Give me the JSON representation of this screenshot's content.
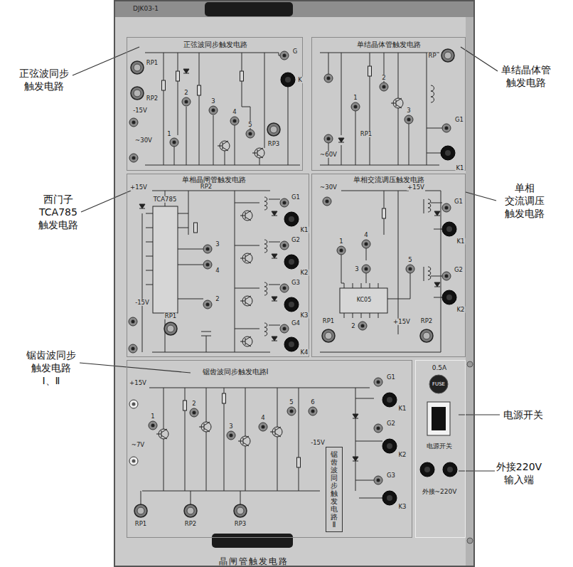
{
  "diagram": {
    "nodes": [
      {
        "text": [
          "晶闸管触发电路"
        ]
      },
      {
        "text": [
          "正弦波同步触发电路"
        ],
        "in": 0
      },
      {
        "text": [
          "单结晶体管触发电路"
        ],
        "in": 0
      },
      {
        "text": [
          "单相晶闸管触发电路"
        ],
        "in": 0
      },
      {
        "text": [
          "单相交流调压触发电路"
        ],
        "in": 0
      },
      {
        "text": [
          "锯齿波同步触发电路Ⅰ"
        ],
        "in": 0
      },
      {
        "text": [
          "0.5A",
          "电源开关",
          "外接~220V"
        ],
        "in": 0
      },
      {
        "text": [
          "锯齿波同步触发电路Ⅱ"
        ],
        "in": 5
      }
    ],
    "labels": [
      "正弦波同步 触发电路",
      "单结晶体管 触发电路",
      "西门子 TCA785 触发电路",
      "单相 交流调压 触发电路",
      "锯齿波同步 触发电路 Ⅰ、Ⅱ",
      "电源开关",
      "外接220V 输入端",
      "DJK03-1",
      "RP1",
      "RP2",
      "-15V",
      "~30V",
      "1",
      "2",
      "3",
      "4",
      "5",
      "RP3",
      "G",
      "K",
      "RP",
      "1",
      "2",
      "3",
      "RP1",
      "~60V",
      "G1",
      "K1",
      "+15V",
      "TCA785",
      "RP2",
      "3",
      "4",
      "2",
      "-15V",
      "RP1",
      "G1",
      "K1",
      "G2",
      "K2",
      "G3",
      "K3",
      "G4",
      "K4",
      "~30V",
      "+15V",
      "1",
      "4",
      "3",
      "5",
      "KC05",
      "+15V",
      "2",
      "RP1",
      "RP2",
      "G1",
      "K1",
      "G2",
      "K2",
      "+15V",
      "~7V",
      "1",
      "2",
      "3",
      "4",
      "5",
      "6",
      "-15V",
      "RP1",
      "RP2",
      "RP3",
      "G1",
      "K1",
      "G2",
      "K2",
      "G3",
      "K3",
      "FUSE"
    ]
  }
}
